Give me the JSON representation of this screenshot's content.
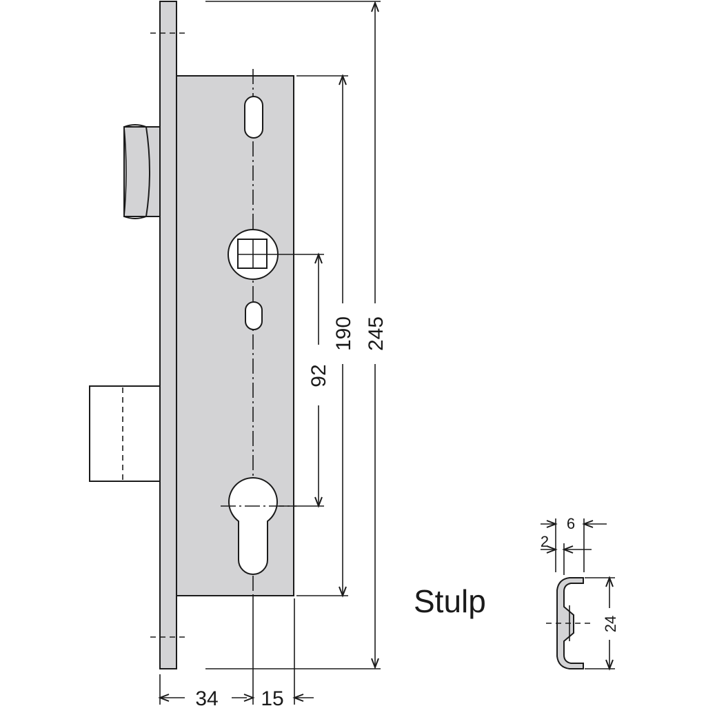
{
  "drawing": {
    "label": "Stulp",
    "dimensions": {
      "overall_height": "245",
      "case_height": "190",
      "handle_to_cylinder": "92",
      "backset": "34",
      "cylinder_to_edge": "15",
      "profile_width": "6",
      "profile_offset": "2",
      "profile_height": "24"
    },
    "colors": {
      "body_fill": "#d3d3d5",
      "line": "#1a1a1a",
      "background": "#ffffff"
    }
  }
}
